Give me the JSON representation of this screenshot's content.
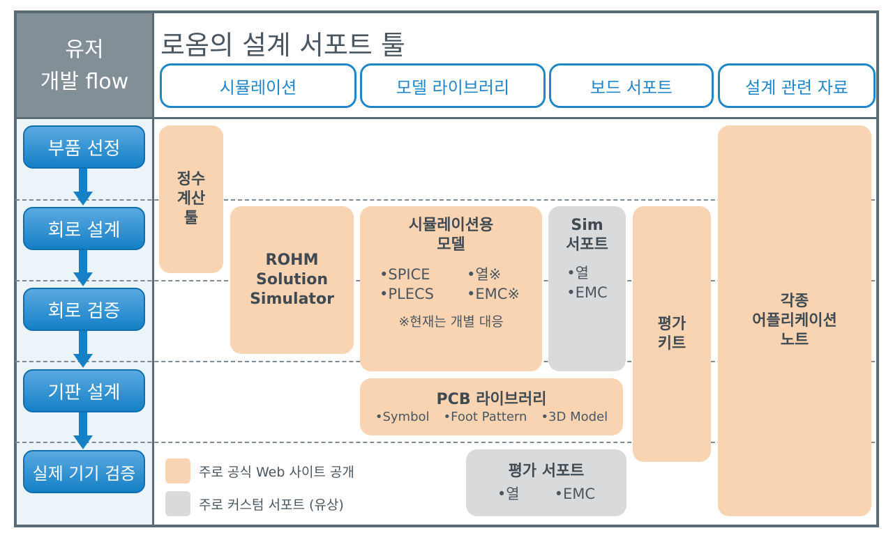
{
  "header": {
    "flow_title_line1": "유저",
    "flow_title_line2": "개발 flow",
    "title": "로옴의 설계 서포트 툴"
  },
  "tabs": [
    "시뮬레이션",
    "모델 라이브러리",
    "보드 서포트",
    "설계 관련 자료"
  ],
  "flow_steps": [
    "부품 선정",
    "회로 설계",
    "회로 검증",
    "기판 설계",
    "실제 기기 검증"
  ],
  "boxes": {
    "calc": {
      "l1": "정수",
      "l2": "계산",
      "l3": "툴"
    },
    "rohm": {
      "l1": "ROHM",
      "l2": "Solution",
      "l3": "Simulator"
    },
    "simmodel": {
      "l1": "시뮬레이션용",
      "l2": "모델",
      "items": [
        "•SPICE",
        "•열※",
        "•PLECS",
        "•EMC※"
      ],
      "note": "※현재는 개별 대응"
    },
    "simsupport": {
      "l1": "Sim",
      "l2": "서포트",
      "items": [
        "•열",
        "•EMC"
      ]
    },
    "evalkit": {
      "l1": "평가",
      "l2": "키트"
    },
    "appnotes": {
      "l1": "각종",
      "l2": "어플리케이션",
      "l3": "노트"
    },
    "pcb": {
      "title": "PCB 라이브러리",
      "items": [
        "•Symbol",
        "•Foot Pattern",
        "•3D Model"
      ]
    },
    "evalsupport": {
      "title": "평가 서포트",
      "items": [
        "•열",
        "•EMC"
      ]
    }
  },
  "legend": {
    "public": "주로 공식 Web 사이트 공개",
    "custom": "주로 커스텀 서포트 (유상)"
  },
  "colors": {
    "orange": "#f9d4b2",
    "grey": "#d9dadc",
    "blue": "#1f86c8"
  }
}
